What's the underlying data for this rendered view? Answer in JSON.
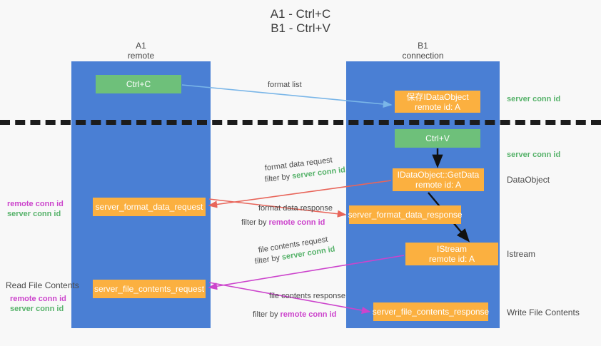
{
  "title": {
    "line1": "A1 - Ctrl+C",
    "line2": "B1 - Ctrl+V"
  },
  "lanes": [
    {
      "id": "a1",
      "name": "A1",
      "sub": "remote",
      "color": "#4a7fd4"
    },
    {
      "id": "b1",
      "name": "B1",
      "sub": "connection",
      "color": "#4a7fd4"
    }
  ],
  "nodes": {
    "ctrl_c": {
      "label": "Ctrl+C",
      "color": "#6ec07a"
    },
    "save_idataobject": {
      "line1": "保存IDataObject",
      "line2": "remote id: A",
      "color": "#fbb040"
    },
    "ctrl_v": {
      "label": "Ctrl+V",
      "color": "#6ec07a"
    },
    "getdata": {
      "line1": "IDataObject::GetData",
      "line2": "remote id: A",
      "color": "#fbb040"
    },
    "format_data_request": {
      "label": "server_format_data_request",
      "color": "#fbb040"
    },
    "format_data_response": {
      "label": "server_format_data_response",
      "color": "#fbb040"
    },
    "istream": {
      "line1": "IStream",
      "line2": "remote id: A",
      "color": "#fbb040"
    },
    "file_contents_request": {
      "label": "server_file_contents_request",
      "color": "#fbb040"
    },
    "file_contents_response": {
      "label": "server_file_contents_response",
      "color": "#fbb040"
    }
  },
  "edges": {
    "format_list": {
      "label": "format list",
      "color": "#7ab6e8"
    },
    "format_data_request": {
      "label": "format data request",
      "filter_prefix": "filter by ",
      "filter_key": "server conn id",
      "color": "#e8655a"
    },
    "format_data_response": {
      "label": "format data response",
      "filter_prefix": "filter by ",
      "filter_key": "remote conn id",
      "color": "#e8655a"
    },
    "file_contents_request": {
      "label": "file contents request",
      "filter_prefix": "filter by ",
      "filter_key": "server conn id",
      "color": "#cc44cc"
    },
    "file_contents_response": {
      "label": "file contents response",
      "filter_prefix": "filter by ",
      "filter_key": "remote conn id",
      "color": "#cc44cc"
    }
  },
  "right_labels": {
    "server_conn_id_top": "server conn id",
    "server_conn_id_mid": "server conn id",
    "dataobject": "DataObject",
    "istream": "Istream",
    "write_file_contents": "Write File Contents"
  },
  "left_labels": {
    "remote_conn_id_1": "remote conn id",
    "server_conn_id_1": "server conn id",
    "read_file_contents": "Read File Contents",
    "remote_conn_id_2": "remote conn id",
    "server_conn_id_2": "server conn id"
  },
  "colors": {
    "lane": "#4a7fd4",
    "green_node": "#6ec07a",
    "orange_node": "#fbb040",
    "green_text": "#56b26a",
    "pink_text": "#cc44cc",
    "red_arrow": "#e8655a",
    "blue_arrow": "#7ab6e8",
    "magenta_arrow": "#cc44cc",
    "black_arrow": "#111111",
    "divider": "#1c1c1c",
    "background": "#f8f8f8"
  }
}
